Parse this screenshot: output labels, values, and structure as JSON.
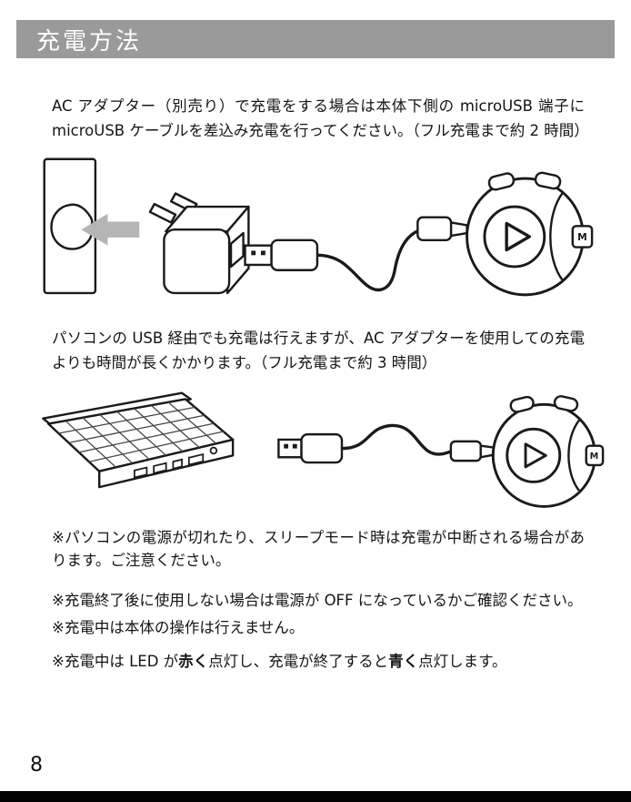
{
  "header": {
    "title": "充電方法",
    "bar_color": "#9a9a9a"
  },
  "content": {
    "para_ac": "AC アダプター（別売り）で充電をする場合は本体下側の microUSB 端子に microUSB ケーブルを差込み充電を行ってください。（フル充電まで約 2 時間）",
    "para_pc": "パソコンの USB 経由でも充電は行えますが、AC アダプターを使用しての充電よりも時間が長くかかります。（フル充電まで約 3 時間）",
    "note_sleep": "※パソコンの電源が切れたり、スリープモード時は充電が中断される場合があります。ご注意ください。",
    "note_off": "※充電終了後に使用しない場合は電源が OFF になっているかご確認ください。",
    "note_operation": "※充電中は本体の操作は行えません。",
    "note_led": {
      "prefix": "※充電中は LED が",
      "red": "赤く",
      "mid": "点灯し、充電が終了すると",
      "blue": "青く",
      "suffix": "点灯します。"
    }
  },
  "illustrations": {
    "ac": {
      "device_label": "M"
    },
    "pc": {
      "device_label": "M"
    }
  },
  "footer": {
    "page_number": "8"
  }
}
